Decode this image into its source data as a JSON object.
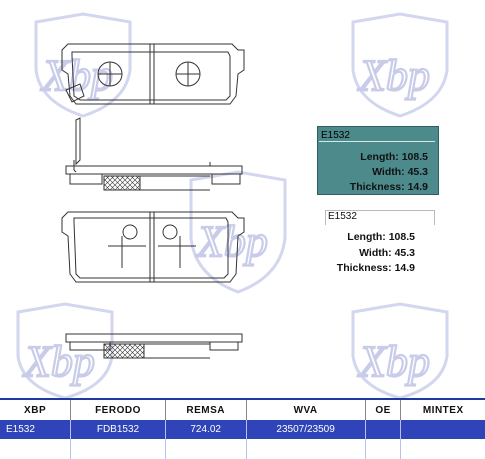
{
  "watermark": {
    "brand": "Xbp"
  },
  "spec_highlight": {
    "code": "E1532",
    "length_label": "Length:",
    "length_value": "108.5",
    "width_label": "Width:",
    "width_value": "45.3",
    "thickness_label": "Thickness:",
    "thickness_value": "14.9",
    "bg_color": "#4c8a8c"
  },
  "spec_plain": {
    "code": "E1532",
    "length_label": "Length:",
    "length_value": "108.5",
    "width_label": "Width:",
    "width_value": "45.3",
    "thickness_label": "Thickness:",
    "thickness_value": "14.9"
  },
  "xref_table": {
    "headers": [
      "XBP",
      "FERODO",
      "REMSA",
      "WVA",
      "OE",
      "MINTEX"
    ],
    "rows": [
      [
        "E1532",
        "FDB1532",
        "724.02",
        "23507/23509",
        "",
        ""
      ]
    ],
    "header_border_color": "#1e3aa0",
    "row_color": "#2f44b8"
  }
}
